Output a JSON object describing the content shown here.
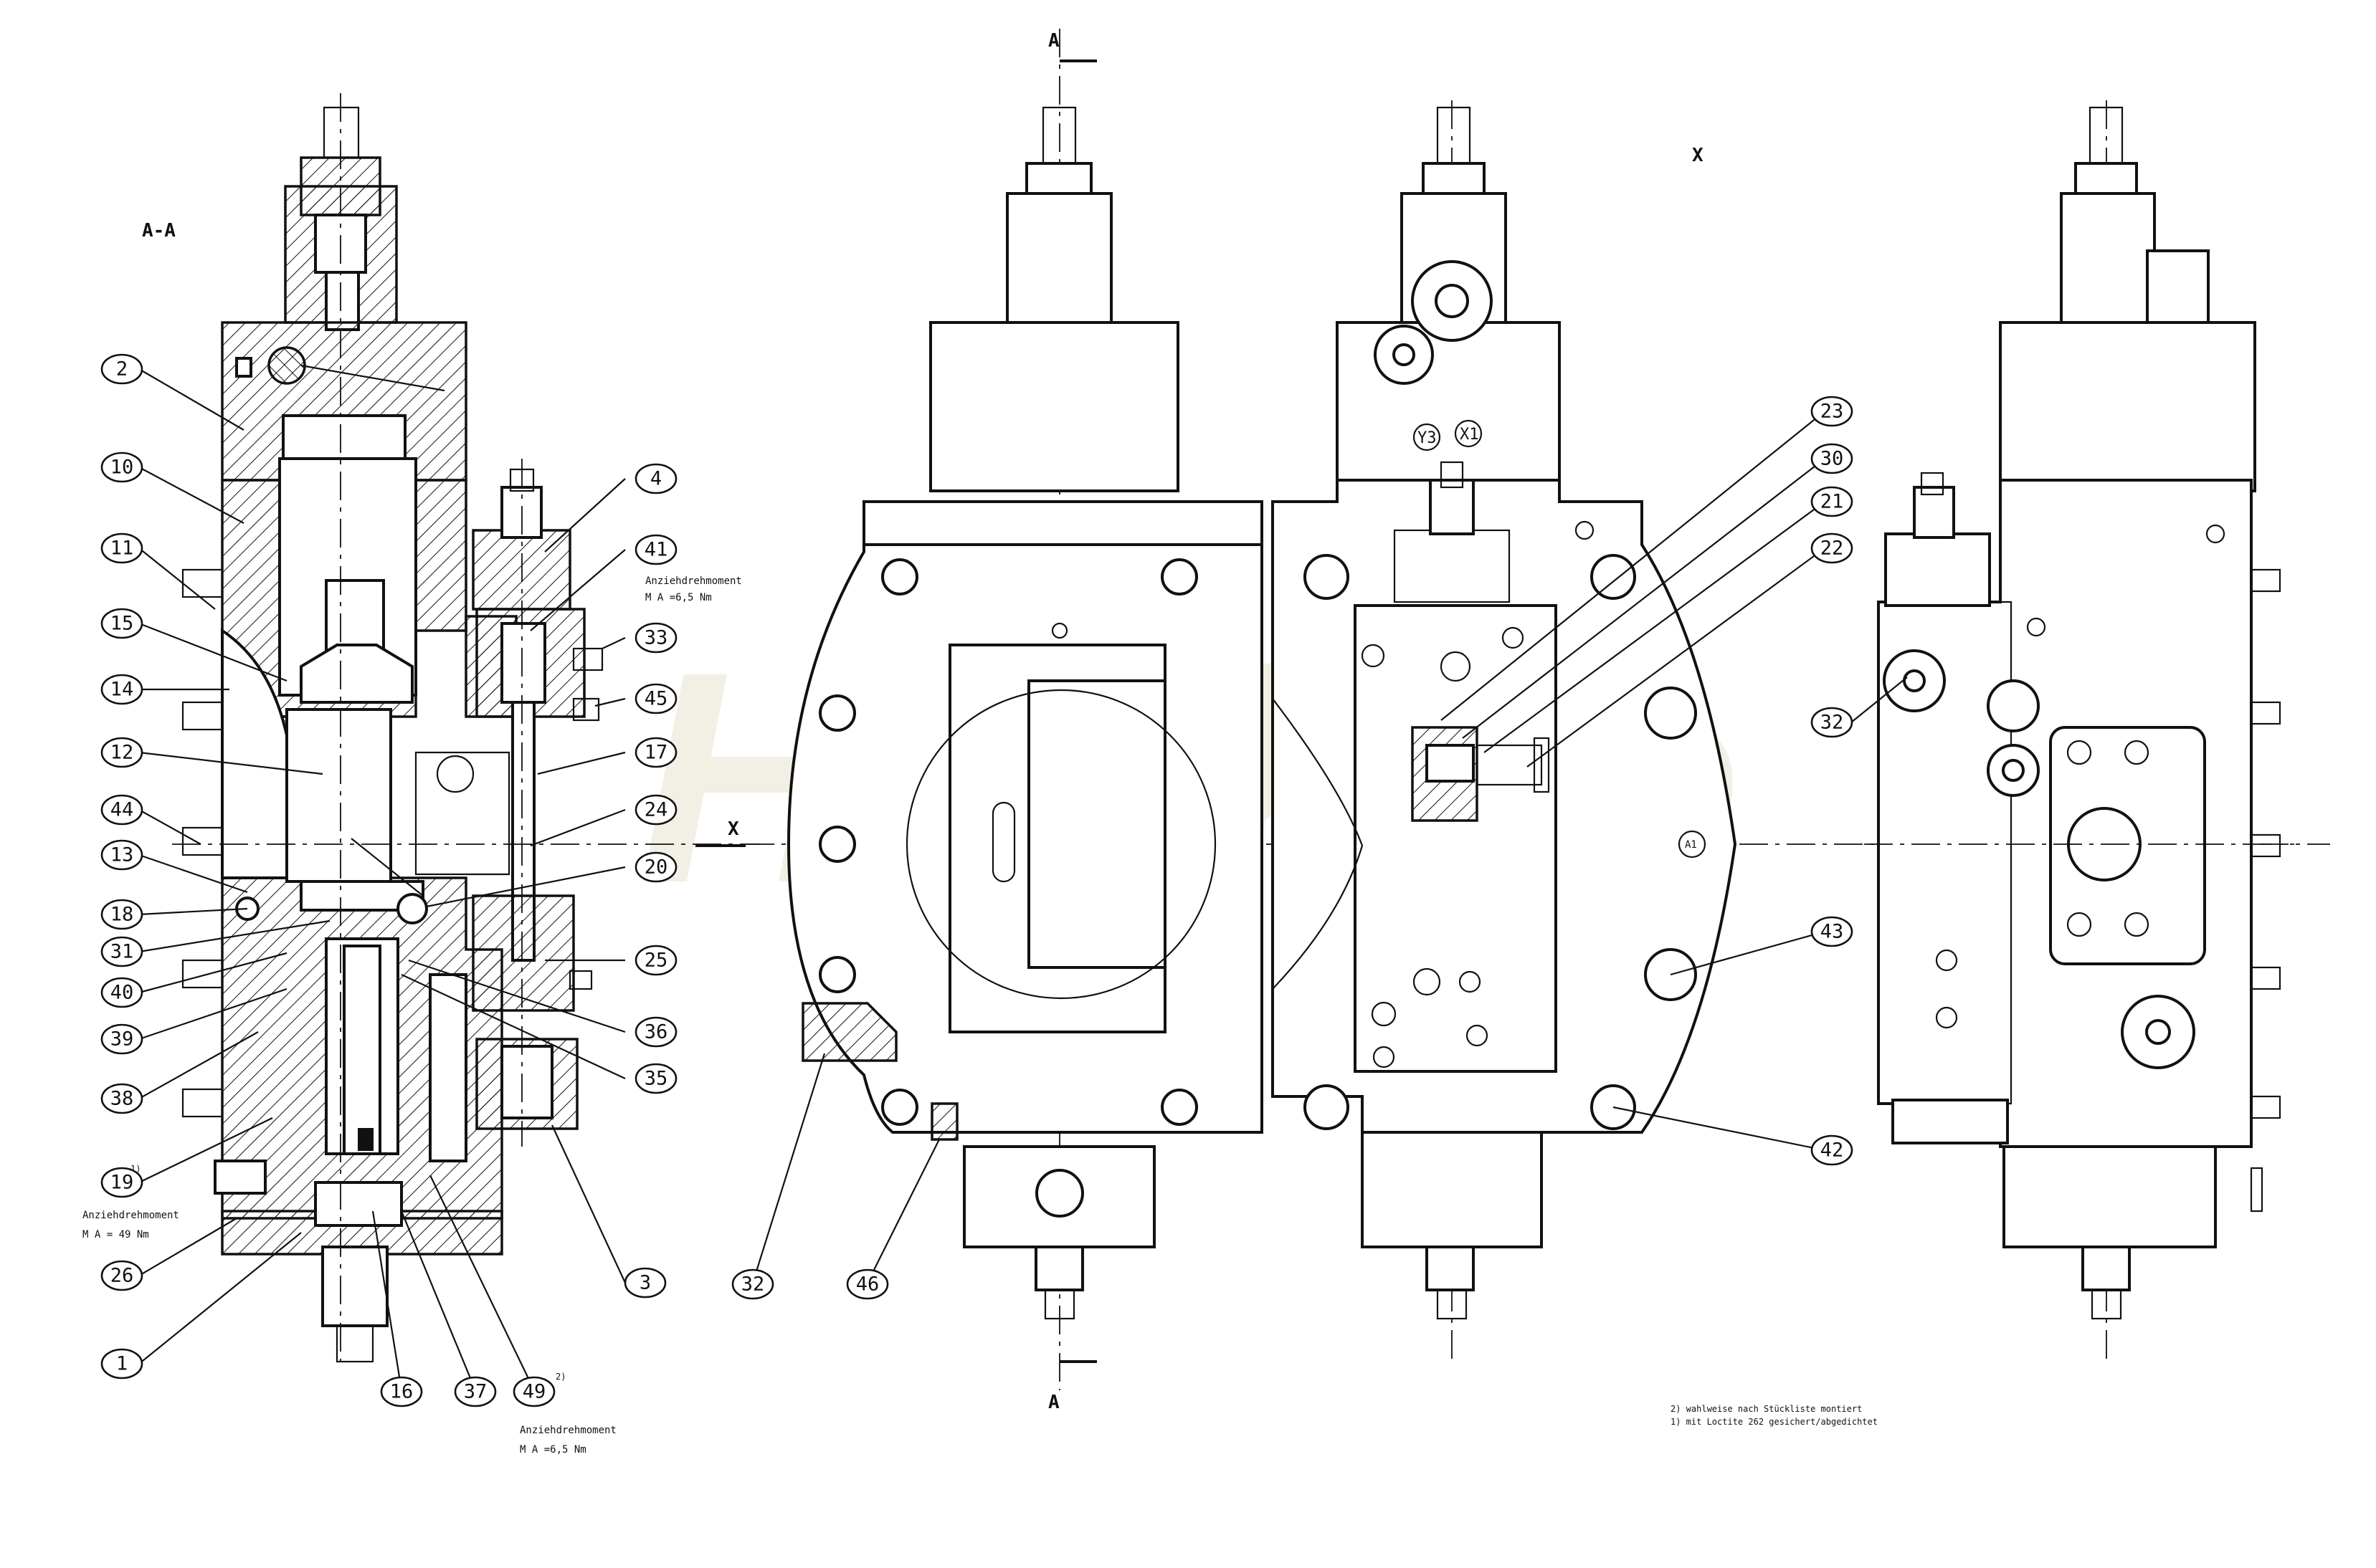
{
  "views": {
    "section_title": "A-A",
    "section_marker_top": "A",
    "section_marker_bottom": "A",
    "axis_x": "X",
    "view_x": "X"
  },
  "ports": {
    "y3": "Y3",
    "x1": "X1",
    "a1": "A1"
  },
  "torque_notes": {
    "note1_title": "Anziehdrehmoment",
    "note1_value": "M A =6,5 Nm",
    "note2_title": "Anziehdrehmoment",
    "note2_value": "M A = 49 Nm",
    "note3_title": "Anziehdrehmoment",
    "note3_value": "M A =6,5 Nm"
  },
  "superscripts": {
    "s19": "1)",
    "s49": "2)"
  },
  "footnotes": {
    "line1": "2) wahlweise nach Stückliste montiert",
    "line2": "1) mit Loctite 262 gesichert/abgedichtet"
  },
  "watermark": "Hibikoo",
  "part_numbers": {
    "left": [
      "2",
      "10",
      "11",
      "15",
      "14",
      "12",
      "44",
      "13",
      "18",
      "31",
      "40",
      "39",
      "38",
      "19",
      "26",
      "1"
    ],
    "bottom": [
      "16",
      "37",
      "49"
    ],
    "mid": [
      "4",
      "41",
      "33",
      "45",
      "17",
      "24",
      "20",
      "25",
      "36",
      "35",
      "3"
    ],
    "view2": [
      "32",
      "46"
    ],
    "view3": [
      "23",
      "30",
      "21",
      "22",
      "43",
      "42"
    ],
    "view4": [
      "32"
    ]
  }
}
